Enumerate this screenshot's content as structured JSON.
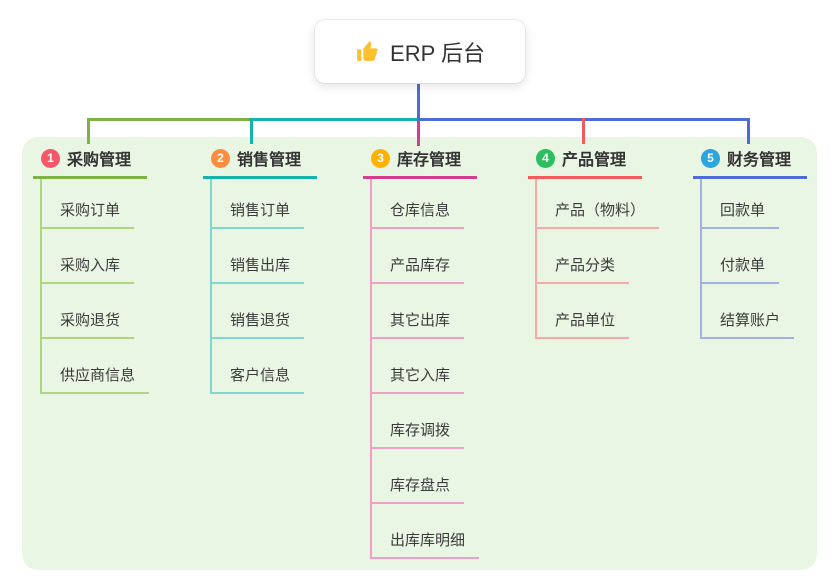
{
  "root": {
    "icon": "thumbs-up",
    "title": "ERP 后台"
  },
  "colors": {
    "panel_bg": "#eaf6e4",
    "root_line": "#4f6bd5",
    "thumb_fill": "#fbc02d"
  },
  "branches": [
    {
      "index": "1",
      "title": "采购管理",
      "badge_color": "#f5576b",
      "line_color": "#7cb342",
      "item_line_color": "#aed581",
      "items": [
        "采购订单",
        "采购入库",
        "采购退货",
        "供应商信息"
      ]
    },
    {
      "index": "2",
      "title": "销售管理",
      "badge_color": "#fb8e3e",
      "line_color": "#17b3aa",
      "item_line_color": "#84d7d1",
      "items": [
        "销售订单",
        "销售出库",
        "销售退货",
        "客户信息"
      ]
    },
    {
      "index": "3",
      "title": "库存管理",
      "badge_color": "#ffb300",
      "line_color": "#d33d8d",
      "item_line_color": "#f0a0c8",
      "items": [
        "仓库信息",
        "产品库存",
        "其它出库",
        "其它入库",
        "库存调拨",
        "库存盘点",
        "出库库明细"
      ]
    },
    {
      "index": "4",
      "title": "产品管理",
      "badge_color": "#2dbe60",
      "line_color": "#f25c5c",
      "item_line_color": "#f7a8a8",
      "items": [
        "产品（物料）",
        "产品分类",
        "产品单位"
      ]
    },
    {
      "index": "5",
      "title": "财务管理",
      "badge_color": "#2aa5dd",
      "line_color": "#4f6bd5",
      "item_line_color": "#9fb2e0",
      "items": [
        "回款单",
        "付款单",
        "结算账户"
      ]
    }
  ]
}
